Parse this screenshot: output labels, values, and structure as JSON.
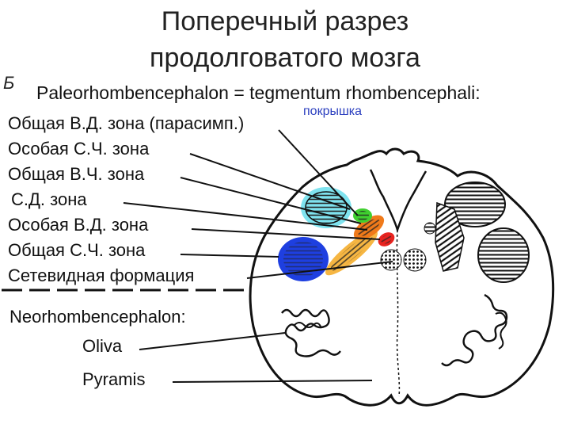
{
  "title": {
    "line1": "Поперечный разрез",
    "line2": "продолговатого мозга"
  },
  "figure_letter": "Б",
  "paleo_heading": "Paleorhombencephalon = tegmentum rhombencephali:",
  "paleo_subtitle": "покрышка",
  "paleo_labels": [
    "Общая В.Д. зона (парасимп.)",
    "Особая С.Ч. зона",
    "Общая В.Ч. зона",
    "С.Д. зона",
    "Особая В.Д. зона",
    "Общая С.Ч. зона",
    "Сетевидная формация"
  ],
  "neo_heading": "Neorhombencephalon:",
  "neo_labels": [
    "Oliva",
    "Pyramis"
  ],
  "colors": {
    "cyan_zone": "#7fe3ef",
    "green_zone": "#3fcf2f",
    "orange_zone": "#f07a1a",
    "red_zone": "#e8231f",
    "yellow_zone": "#f6b642",
    "blue_zone": "#1e3fe0",
    "subtitle_text": "#2b3fbf"
  }
}
